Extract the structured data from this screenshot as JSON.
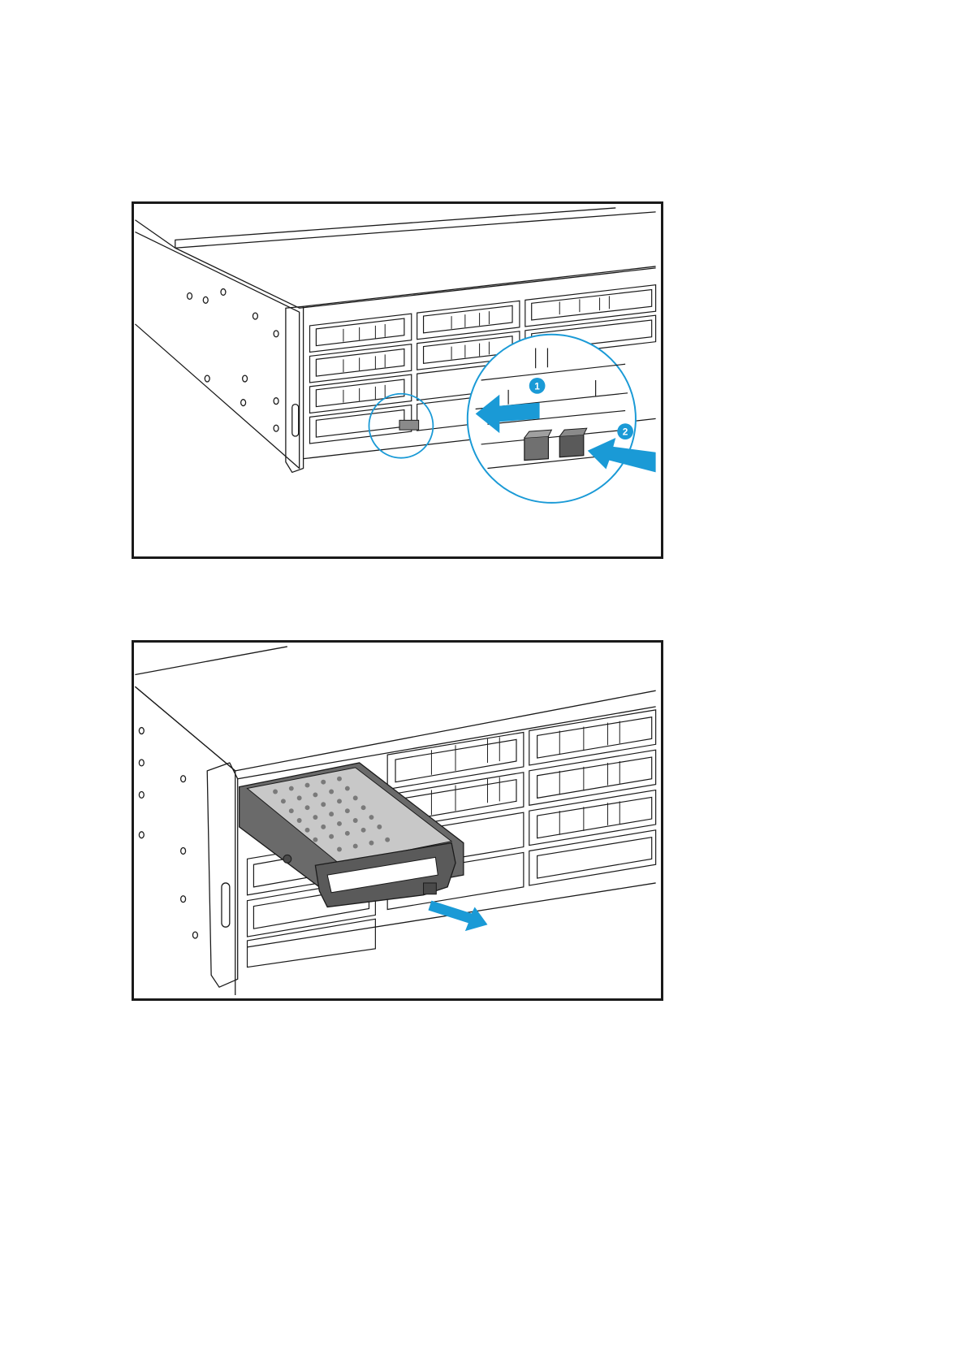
{
  "figures": [
    {
      "id": "figure-1",
      "steps": [
        {
          "number": "1"
        },
        {
          "number": "2"
        }
      ]
    },
    {
      "id": "figure-2",
      "steps": []
    }
  ],
  "colors": {
    "accent": "#1a9ad6",
    "line": "#1a1a1a",
    "latch": "#707070",
    "tray": "#5a5a5a"
  },
  "icons": {
    "step-1-arrow": "arrow-left-icon",
    "step-2-arrow": "arrow-up-left-icon",
    "pull-out-arrow": "arrow-down-right-icon"
  }
}
